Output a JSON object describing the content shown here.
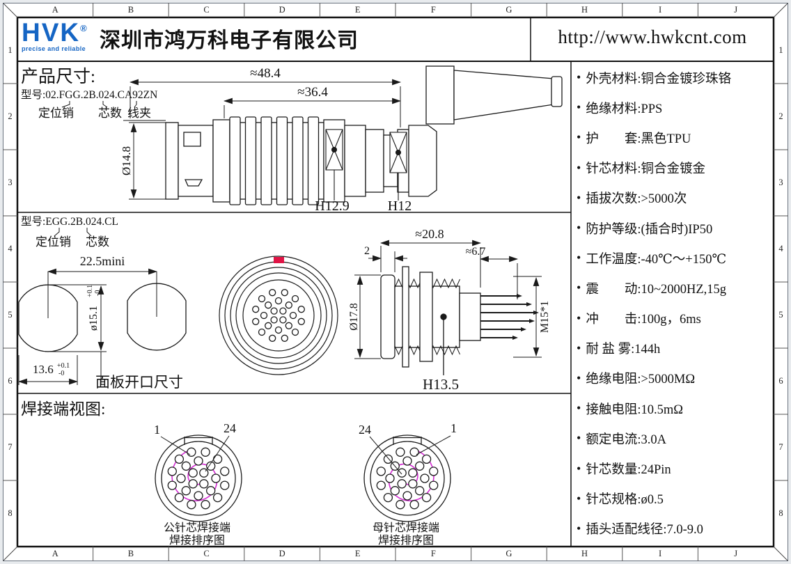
{
  "colors": {
    "accent": "#1565c4",
    "magenta": "#d32bd3",
    "red": "#e01445",
    "line": "#1a1a1a"
  },
  "ruler": {
    "cols": [
      "A",
      "B",
      "C",
      "D",
      "E",
      "F",
      "G",
      "H",
      "I",
      "J"
    ],
    "rows": [
      "1",
      "2",
      "3",
      "4",
      "5",
      "6",
      "7",
      "8"
    ]
  },
  "header": {
    "logo": "HVK",
    "reg": "®",
    "tagline": "precise and reliable",
    "company": "深圳市鸿万科电子有限公司",
    "url": "http://www.hwkcnt.com"
  },
  "s1": {
    "title": "产品尺寸:",
    "model": "型号:02.FGG.2B.024.CA92ZN",
    "lbl_pin": "定位销",
    "lbl_core": "芯数",
    "lbl_clamp": "线夹",
    "dim_total": "≈48.4",
    "dim_body": "≈36.4",
    "dim_dia": "Ø14.8",
    "h1": "H12.9",
    "h2": "H12"
  },
  "s2": {
    "model": "型号:EGG.2B.024.CL",
    "lbl_pin": "定位销",
    "lbl_core": "芯数",
    "dim_mini": "22.5mini",
    "dim_flat": "13.6",
    "tol_up": "+0.1",
    "tol_dn": "-0",
    "dim_dia": "ø15.1",
    "panel_caption": "面板开口尺寸",
    "dim_2": "2",
    "dim_len": "≈20.8",
    "dim_tail": "≈6.7",
    "dim_flange": "Ø17.8",
    "thread": "M15*1",
    "h": "H13.5"
  },
  "s3": {
    "title": "焊接端视图:",
    "male": {
      "pin_first": "1",
      "pin_last": "24",
      "cap1": "公针芯焊接端",
      "cap2": "焊接排序图"
    },
    "female": {
      "pin_first": "1",
      "pin_last": "24",
      "cap1": "母针芯焊接端",
      "cap2": "焊接排序图"
    }
  },
  "specs": {
    "items": [
      "外壳材料:铜合金镀珍珠铬",
      "绝缘材料:PPS",
      "护　　套:黑色TPU",
      "针芯材料:铜合金镀金",
      "插拔次数:>5000次",
      "防护等级:(插合时)IP50",
      "工作温度:-40℃～+150℃",
      "震　　动:10~2000HZ,15g",
      "冲　　击:100g，6ms",
      "耐 盐 雾:144h",
      "绝缘电阻:>5000MΩ",
      "接触电阻:10.5mΩ",
      "额定电流:3.0A",
      "针芯数量:24Pin",
      "针芯规格:ø0.5",
      "插头适配线径:7.0-9.0"
    ]
  }
}
